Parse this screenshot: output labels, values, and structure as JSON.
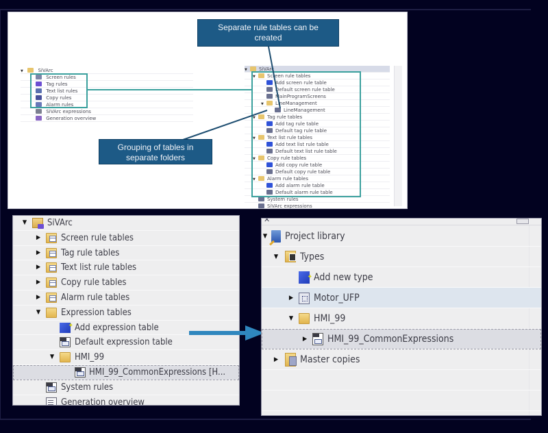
{
  "top_image": {
    "callouts": {
      "separate_tables": "Separate rule tables can be created",
      "grouping": "Grouping of tables in separate folders"
    },
    "left_tree": {
      "root": "SiVArc",
      "items": [
        {
          "label": "Screen rules",
          "icon": "screen-rules-icon"
        },
        {
          "label": "Tag rules",
          "icon": "tag-rules-icon"
        },
        {
          "label": "Text list rules",
          "icon": "text-list-rules-icon"
        },
        {
          "label": "Copy rules",
          "icon": "copy-rules-icon"
        },
        {
          "label": "Alarm rules",
          "icon": "alarm-rules-icon"
        },
        {
          "label": "SiVArc expressions",
          "icon": "expressions-icon"
        },
        {
          "label": "Generation overview",
          "icon": "generation-overview-icon"
        }
      ]
    },
    "right_tree": {
      "root": "SiVArc",
      "items": [
        {
          "label": "Screen rule tables",
          "level": 1,
          "type": "folder",
          "expanded": true
        },
        {
          "label": "Add screen rule table",
          "level": 2,
          "type": "add"
        },
        {
          "label": "Default screen rule table",
          "level": 2,
          "type": "table"
        },
        {
          "label": "MainProgramScreens",
          "level": 2,
          "type": "table"
        },
        {
          "label": "LineManagement",
          "level": 2,
          "type": "folder",
          "expanded": true
        },
        {
          "label": "LineManagement",
          "level": 3,
          "type": "table"
        },
        {
          "label": "Tag rule tables",
          "level": 1,
          "type": "folder",
          "expanded": true
        },
        {
          "label": "Add tag rule table",
          "level": 2,
          "type": "add"
        },
        {
          "label": "Default tag rule table",
          "level": 2,
          "type": "table"
        },
        {
          "label": "Text list rule tables",
          "level": 1,
          "type": "folder",
          "expanded": true
        },
        {
          "label": "Add text list rule table",
          "level": 2,
          "type": "add"
        },
        {
          "label": "Default text list rule table",
          "level": 2,
          "type": "table"
        },
        {
          "label": "Copy rule tables",
          "level": 1,
          "type": "folder",
          "expanded": true
        },
        {
          "label": "Add copy rule table",
          "level": 2,
          "type": "add"
        },
        {
          "label": "Default copy rule table",
          "level": 2,
          "type": "table"
        },
        {
          "label": "Alarm rule tables",
          "level": 1,
          "type": "folder",
          "expanded": true
        },
        {
          "label": "Add alarm rule table",
          "level": 2,
          "type": "add"
        },
        {
          "label": "Default alarm rule table",
          "level": 2,
          "type": "table"
        },
        {
          "label": "System rules",
          "level": 1,
          "type": "table"
        },
        {
          "label": "SiVArc expressions",
          "level": 1,
          "type": "table"
        }
      ]
    }
  },
  "project_tree": {
    "root": "SiVArc",
    "items": [
      {
        "label": "Screen rule tables",
        "caret": "collapsed"
      },
      {
        "label": "Tag rule tables",
        "caret": "collapsed"
      },
      {
        "label": "Text list rule tables",
        "caret": "collapsed"
      },
      {
        "label": "Copy rule tables",
        "caret": "collapsed"
      },
      {
        "label": "Alarm rule tables",
        "caret": "collapsed"
      },
      {
        "label": "Expression tables",
        "caret": "expanded"
      },
      {
        "label": "Add expression table"
      },
      {
        "label": "Default expression table"
      },
      {
        "label": "HMI_99",
        "caret": "expanded"
      },
      {
        "label": "HMI_99_CommonExpressions [H..."
      },
      {
        "label": "System rules"
      },
      {
        "label": "Generation overview"
      }
    ]
  },
  "library_tree": {
    "close_glyph": "✕",
    "items": [
      {
        "label": "Project library"
      },
      {
        "label": "Types"
      },
      {
        "label": "Add new type"
      },
      {
        "label": "Motor_UFP"
      },
      {
        "label": "HMI_99"
      },
      {
        "label": "HMI_99_CommonExpressions"
      },
      {
        "label": "Master copies"
      }
    ]
  },
  "colors": {
    "background": "#020220",
    "callout": "#1d5a86",
    "highlight_box": "#3aa09d",
    "arrow": "#2f87be"
  }
}
